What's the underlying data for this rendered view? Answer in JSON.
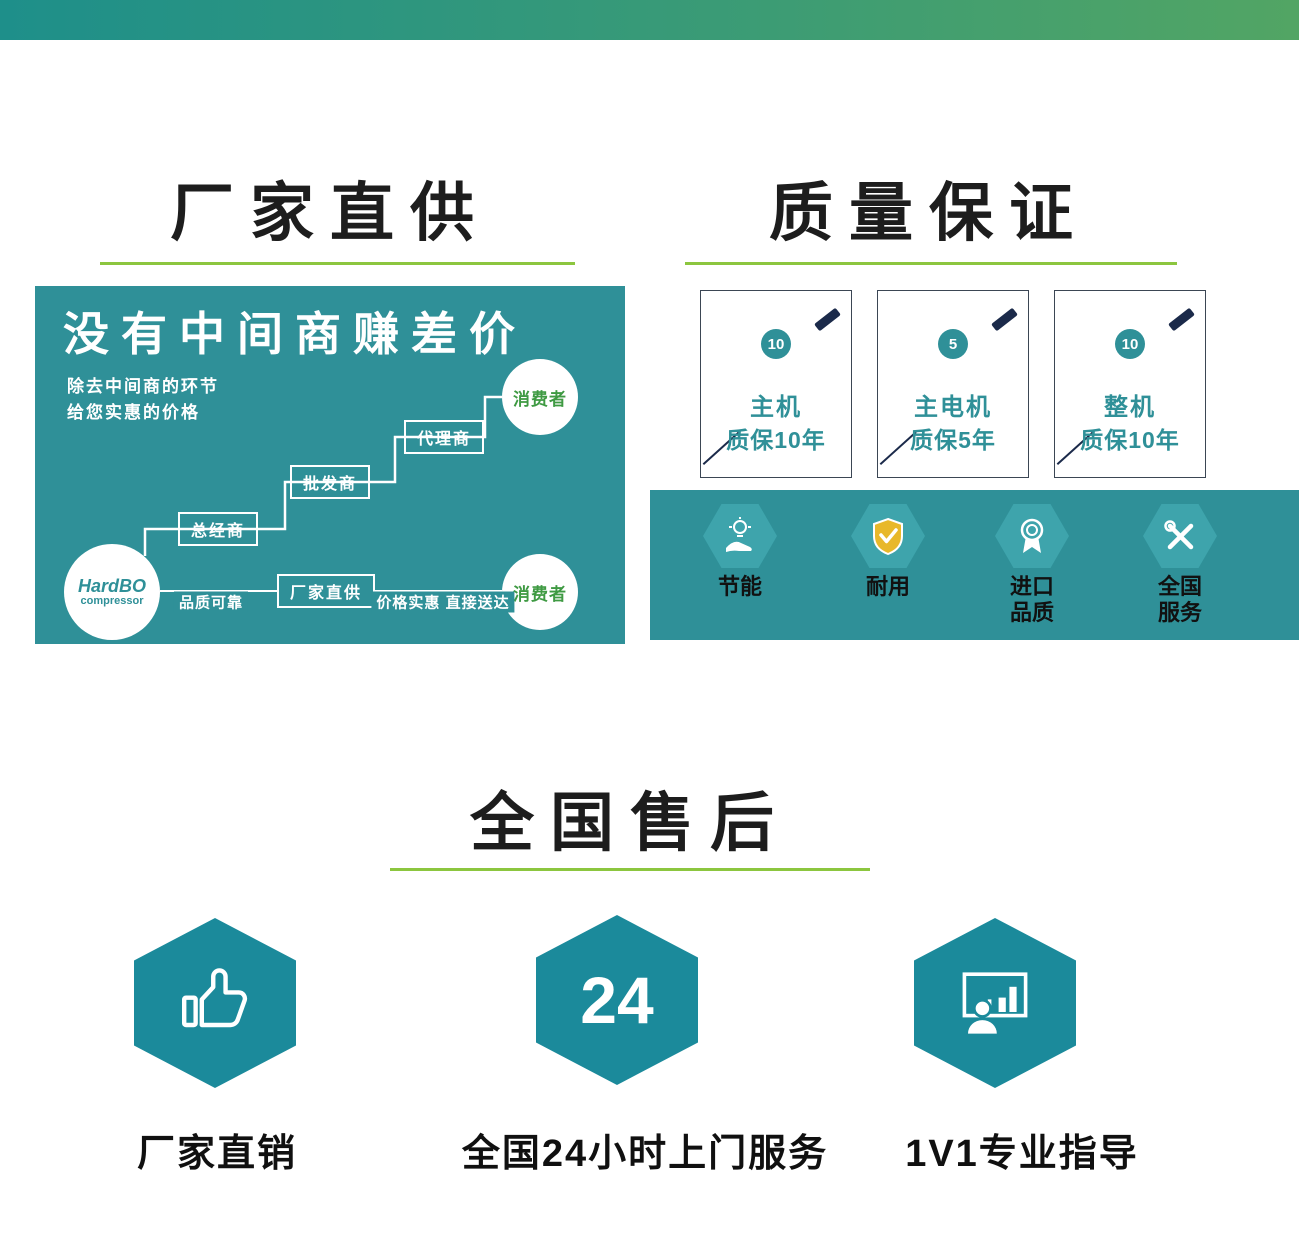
{
  "colors": {
    "teal": "#2F9098",
    "hex_teal": "#1B8A9B",
    "hex_light_teal": "#3EA4AC",
    "underline_green": "#8CC63F",
    "navy_pen": "#1B2A4A",
    "shield_gold": "#E8B82A",
    "consumer_green": "#3F9A43",
    "topbar_gradient_left": "#1E8F8A",
    "topbar_gradient_right": "#52A564"
  },
  "factory_section": {
    "title": "厂家直供",
    "panel": {
      "headline": "没有中间商赚差价",
      "subline1": "除去中间商的环节",
      "subline2": "给您实惠的价格",
      "steps": [
        "总经商",
        "批发商",
        "代理商"
      ],
      "consumer_top": "消费者",
      "consumer_bottom": "消费者",
      "logo_line1": "HardBO",
      "logo_line2": "compressor",
      "bottom_left_text": "品质可靠",
      "bottom_pill": "厂家直供",
      "bottom_right_text": "价格实惠 直接送达"
    }
  },
  "quality_section": {
    "title": "质量保证",
    "cards": [
      {
        "badge": "10",
        "line1": "主机",
        "line2": "质保10年"
      },
      {
        "badge": "5",
        "line1": "主电机",
        "line2": "质保5年"
      },
      {
        "badge": "10",
        "line1": "整机",
        "line2": "质保10年"
      }
    ],
    "features": [
      {
        "icon": "energy-saving-hand-bulb-icon",
        "label1": "节能",
        "label2": ""
      },
      {
        "icon": "durable-shield-check-icon",
        "label1": "耐用",
        "label2": ""
      },
      {
        "icon": "imported-quality-medal-icon",
        "label1": "进口",
        "label2": "品质"
      },
      {
        "icon": "national-service-tools-icon",
        "label1": "全国",
        "label2": "服务"
      }
    ]
  },
  "aftersales_section": {
    "title": "全国售后",
    "items": [
      {
        "icon": "thumbs-up-icon",
        "hex_text": "",
        "label": "厂家直销"
      },
      {
        "icon": "number-badge",
        "hex_text": "24",
        "label": "全国24小时上门服务"
      },
      {
        "icon": "presentation-board-icon",
        "hex_text": "",
        "label": "1V1专业指导"
      }
    ]
  }
}
